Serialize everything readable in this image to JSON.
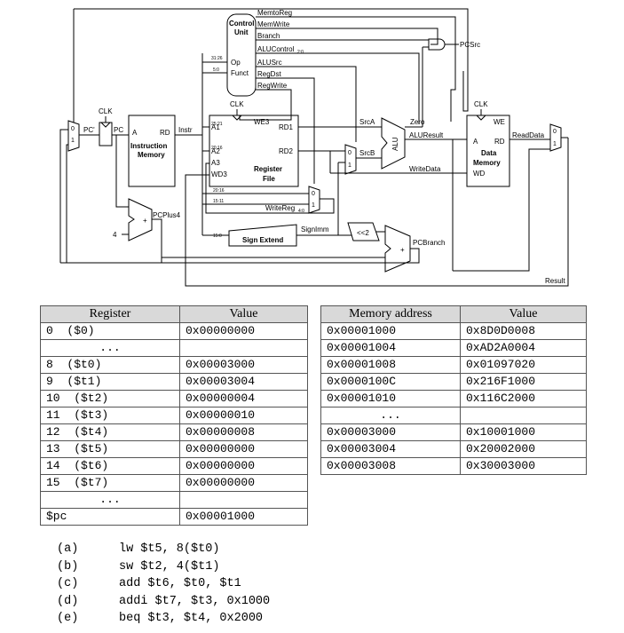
{
  "diagram": {
    "control_unit": {
      "line1": "Control",
      "line2": "Unit",
      "op": "Op",
      "funct": "Funct",
      "op_bits": "31:26",
      "funct_bits": "5:0"
    },
    "control_signals": [
      "MemtoReg",
      "MemWrite",
      "Branch",
      "ALUControl",
      "ALUSrc",
      "RegDst",
      "RegWrite"
    ],
    "alucontrol_sub": "2:0",
    "pcsrc": "PCSrc",
    "clk": "CLK",
    "pc_mux_labels": {
      "in0": "0",
      "in1": "1"
    },
    "pc_prime": "PC'",
    "pc": "PC",
    "instr_mem": {
      "a": "A",
      "rd": "RD",
      "line1": "Instruction",
      "line2": "Memory"
    },
    "instr": "Instr",
    "regfile": {
      "we3": "WE3",
      "a1": "A1",
      "a2": "A2",
      "a3": "A3",
      "wd3": "WD3",
      "rd1": "RD1",
      "rd2": "RD2",
      "line1": "Register",
      "line2": "File"
    },
    "bitfields": {
      "rs": "25:21",
      "rt": "20:16",
      "rt2": "20:16",
      "rd": "15:11",
      "imm": "15:0"
    },
    "srca": "SrcA",
    "srcb": "SrcB",
    "alu": "ALU",
    "zero": "Zero",
    "aluresult": "ALUResult",
    "writedata": "WriteData",
    "data_mem": {
      "we": "WE",
      "a": "A",
      "rd": "RD",
      "line1": "Data",
      "line2": "Memory",
      "wd": "WD"
    },
    "readdata": "ReadData",
    "writereg": "WriteReg",
    "writereg_sub": "4:0",
    "sign_extend": "Sign Extend",
    "signimm": "SignImm",
    "shift": "<<2",
    "pcplus4": "PCPlus4",
    "four": "4",
    "plus": "+",
    "pcbranch": "PCBranch",
    "result": "Result"
  },
  "register_table": {
    "headers": [
      "Register",
      "Value"
    ],
    "rows": [
      [
        "0  ($0)",
        "0x00000000"
      ],
      [
        "...",
        ""
      ],
      [
        "8  ($t0)",
        "0x00003000"
      ],
      [
        "9  ($t1)",
        "0x00003004"
      ],
      [
        "10  ($t2)",
        "0x00000004"
      ],
      [
        "11  ($t3)",
        "0x00000010"
      ],
      [
        "12  ($t4)",
        "0x00000008"
      ],
      [
        "13  ($t5)",
        "0x00000000"
      ],
      [
        "14  ($t6)",
        "0x00000000"
      ],
      [
        "15  ($t7)",
        "0x00000000"
      ],
      [
        "...",
        ""
      ],
      [
        "$pc",
        "0x00001000"
      ]
    ]
  },
  "memory_table": {
    "headers": [
      "Memory address",
      "Value"
    ],
    "rows": [
      [
        "0x00001000",
        "0x8D0D0008"
      ],
      [
        "0x00001004",
        "0xAD2A0004"
      ],
      [
        "0x00001008",
        "0x01097020"
      ],
      [
        "0x0000100C",
        "0x216F1000"
      ],
      [
        "0x00001010",
        "0x116C2000"
      ],
      [
        "...",
        ""
      ],
      [
        "0x00003000",
        "0x10001000"
      ],
      [
        "0x00003004",
        "0x20002000"
      ],
      [
        "0x00003008",
        "0x30003000"
      ]
    ]
  },
  "instructions": [
    {
      "label": "(a)",
      "code": "lw $t5, 8($t0)"
    },
    {
      "label": "(b)",
      "code": "sw $t2, 4($t1)"
    },
    {
      "label": "(c)",
      "code": "add $t6, $t0, $t1"
    },
    {
      "label": "(d)",
      "code": "addi $t7, $t3, 0x1000"
    },
    {
      "label": "(e)",
      "code": "beq $t3, $t4, 0x2000"
    }
  ]
}
